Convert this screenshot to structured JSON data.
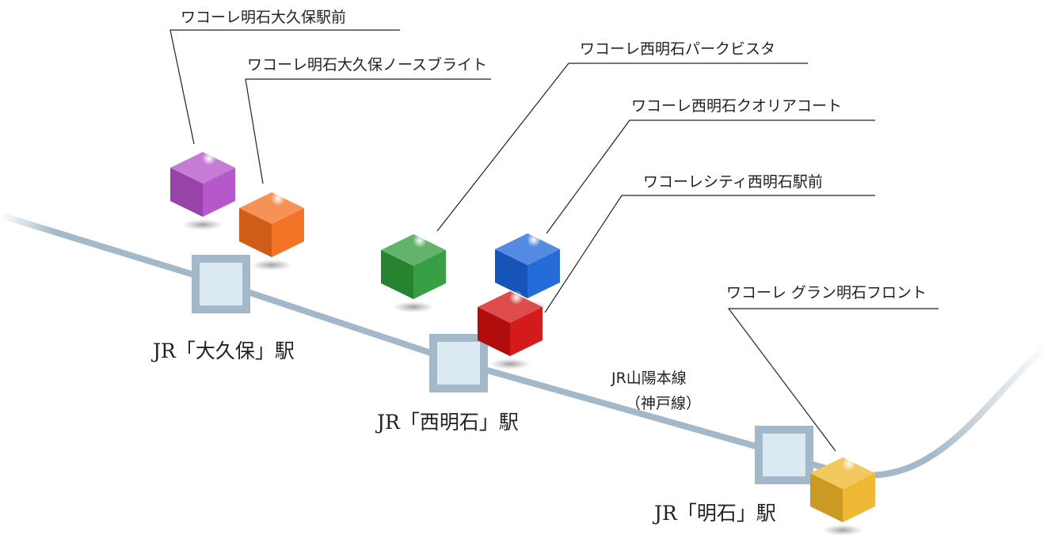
{
  "properties": [
    {
      "name": "ワコーレ明石大久保駅前",
      "color": "#b34fc7"
    },
    {
      "name": "ワコーレ明石大久保ノースブライト",
      "color": "#f36d1c"
    },
    {
      "name": "ワコーレ西明石パークビスタ",
      "color": "#2f9a3a"
    },
    {
      "name": "ワコーレ西明石クオリアコート",
      "color": "#1b63d8"
    },
    {
      "name": "ワコーレシティ西明石駅前",
      "color": "#d10f0f"
    },
    {
      "name": "ワコーレ グラン明石フロント",
      "color": "#eeb52a"
    }
  ],
  "stations": [
    {
      "name": "JR「大久保」駅"
    },
    {
      "name": "JR「西明石」駅"
    },
    {
      "name": "JR「明石」駅"
    }
  ],
  "railway": {
    "line1": "JR山陽本線",
    "line2": "（神戸線）",
    "color": "#a3b8c8"
  }
}
